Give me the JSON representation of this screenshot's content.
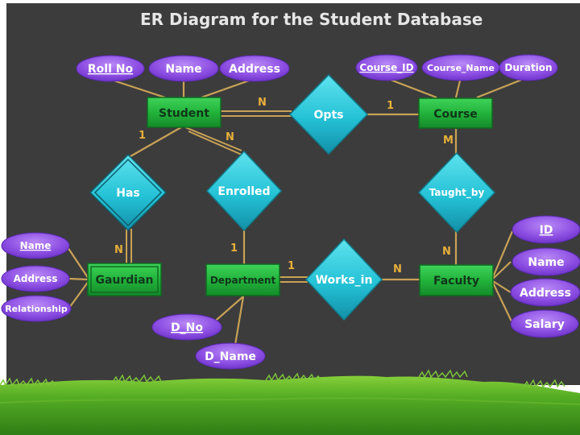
{
  "title": "ER Diagram for the Student Database",
  "colors": {
    "background": "#3c3c3c",
    "entity": "#21b33a",
    "relationship": "#2cc8d8",
    "attribute": "#8e4fe0",
    "line": "#c8a256",
    "grass": "#4aa224"
  },
  "entities": {
    "student": "Student",
    "course": "Course",
    "gaurdian": "Gaurdian",
    "department": "Department",
    "faculty": "Faculty"
  },
  "relationships": {
    "opts": "Opts",
    "has": "Has",
    "enrolled": "Enrolled",
    "taught_by": "Taught_by",
    "works_in": "Works_in"
  },
  "attributes": {
    "student": [
      "Roll No",
      "Name",
      "Address"
    ],
    "course": [
      "Course_ID",
      "Course_Name",
      "Duration"
    ],
    "gaurdian": [
      "Name",
      "Address",
      "Relationship"
    ],
    "department": [
      "D_No",
      "D_Name"
    ],
    "faculty": [
      "ID",
      "Name",
      "Address",
      "Salary"
    ]
  },
  "cardinalities": {
    "student_opts": "N",
    "opts_course": "1",
    "student_has": "1",
    "student_enrolled": "N",
    "has_gaurdian": "N",
    "enrolled_department": "1",
    "course_taught_by": "M",
    "taught_by_faculty": "N",
    "department_works_in": "1",
    "works_in_faculty": "N"
  }
}
